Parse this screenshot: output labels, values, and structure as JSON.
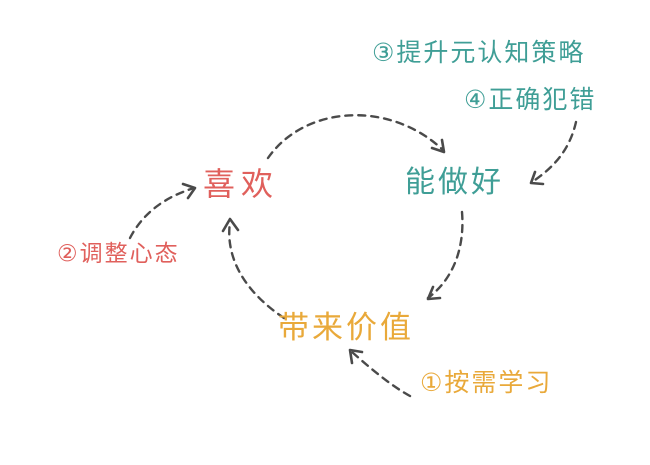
{
  "nodes": {
    "like": {
      "label": "喜欢"
    },
    "do_well": {
      "label": "能做好"
    },
    "bring_value": {
      "label": "带来价值"
    }
  },
  "notes": {
    "step3": {
      "label": "③提升元认知策略"
    },
    "step4": {
      "label": "④正确犯错"
    },
    "step2": {
      "label": "②调整心态"
    },
    "step1": {
      "label": "①按需学习"
    }
  },
  "colors": {
    "like": "#e0605c",
    "do_well": "#3f9e96",
    "bring_value": "#e9a93a",
    "step3": "#3f9e96",
    "step4": "#3f9e96",
    "step2": "#e0605c",
    "step1": "#e9a93a",
    "arrow": "#4a4a4a"
  }
}
